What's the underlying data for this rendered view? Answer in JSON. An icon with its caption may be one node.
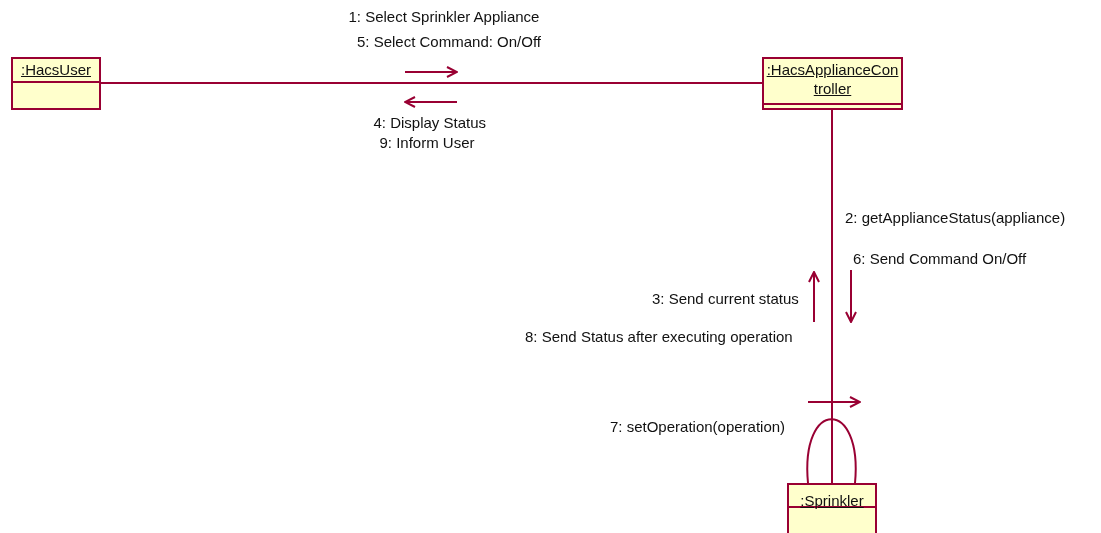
{
  "diagram": {
    "nodes": [
      {
        "text": [
          ":HacsUser"
        ]
      },
      {
        "text": [
          ":HacsApplianceController"
        ]
      },
      {
        "text": [
          ":Sprinkler"
        ]
      }
    ],
    "edges": [
      {
        "from": 0,
        "to": 1,
        "arrow": "none"
      },
      {
        "from": 1,
        "to": 2,
        "arrow": "none"
      },
      {
        "from": 2,
        "to": 2,
        "arrow": "none",
        "label": "7: setOperation(operation)"
      }
    ],
    "labels": [
      "1: Select Sprinkler Appliance",
      "5: Select Command: On/Off",
      "4: Display Status",
      "9: Inform User",
      "2: getApplianceStatus(appliance)",
      "6: Send Command On/Off",
      "3: Send current status",
      "8: Send Status after executing operation"
    ]
  }
}
